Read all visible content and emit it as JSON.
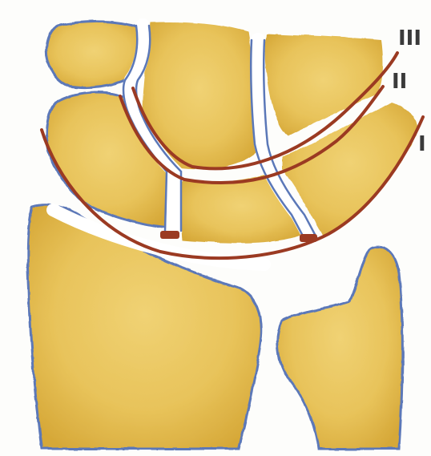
{
  "diagram": {
    "labels": {
      "arc_1": "I",
      "arc_2": "II",
      "arc_3": "III"
    },
    "colors": {
      "bone_fill": "#e9c65a",
      "bone_shadow": "#d9ad3c",
      "bone_outline": "#5b78b8",
      "arc_line": "#9b3a22",
      "background": "#fdfdfb"
    }
  }
}
